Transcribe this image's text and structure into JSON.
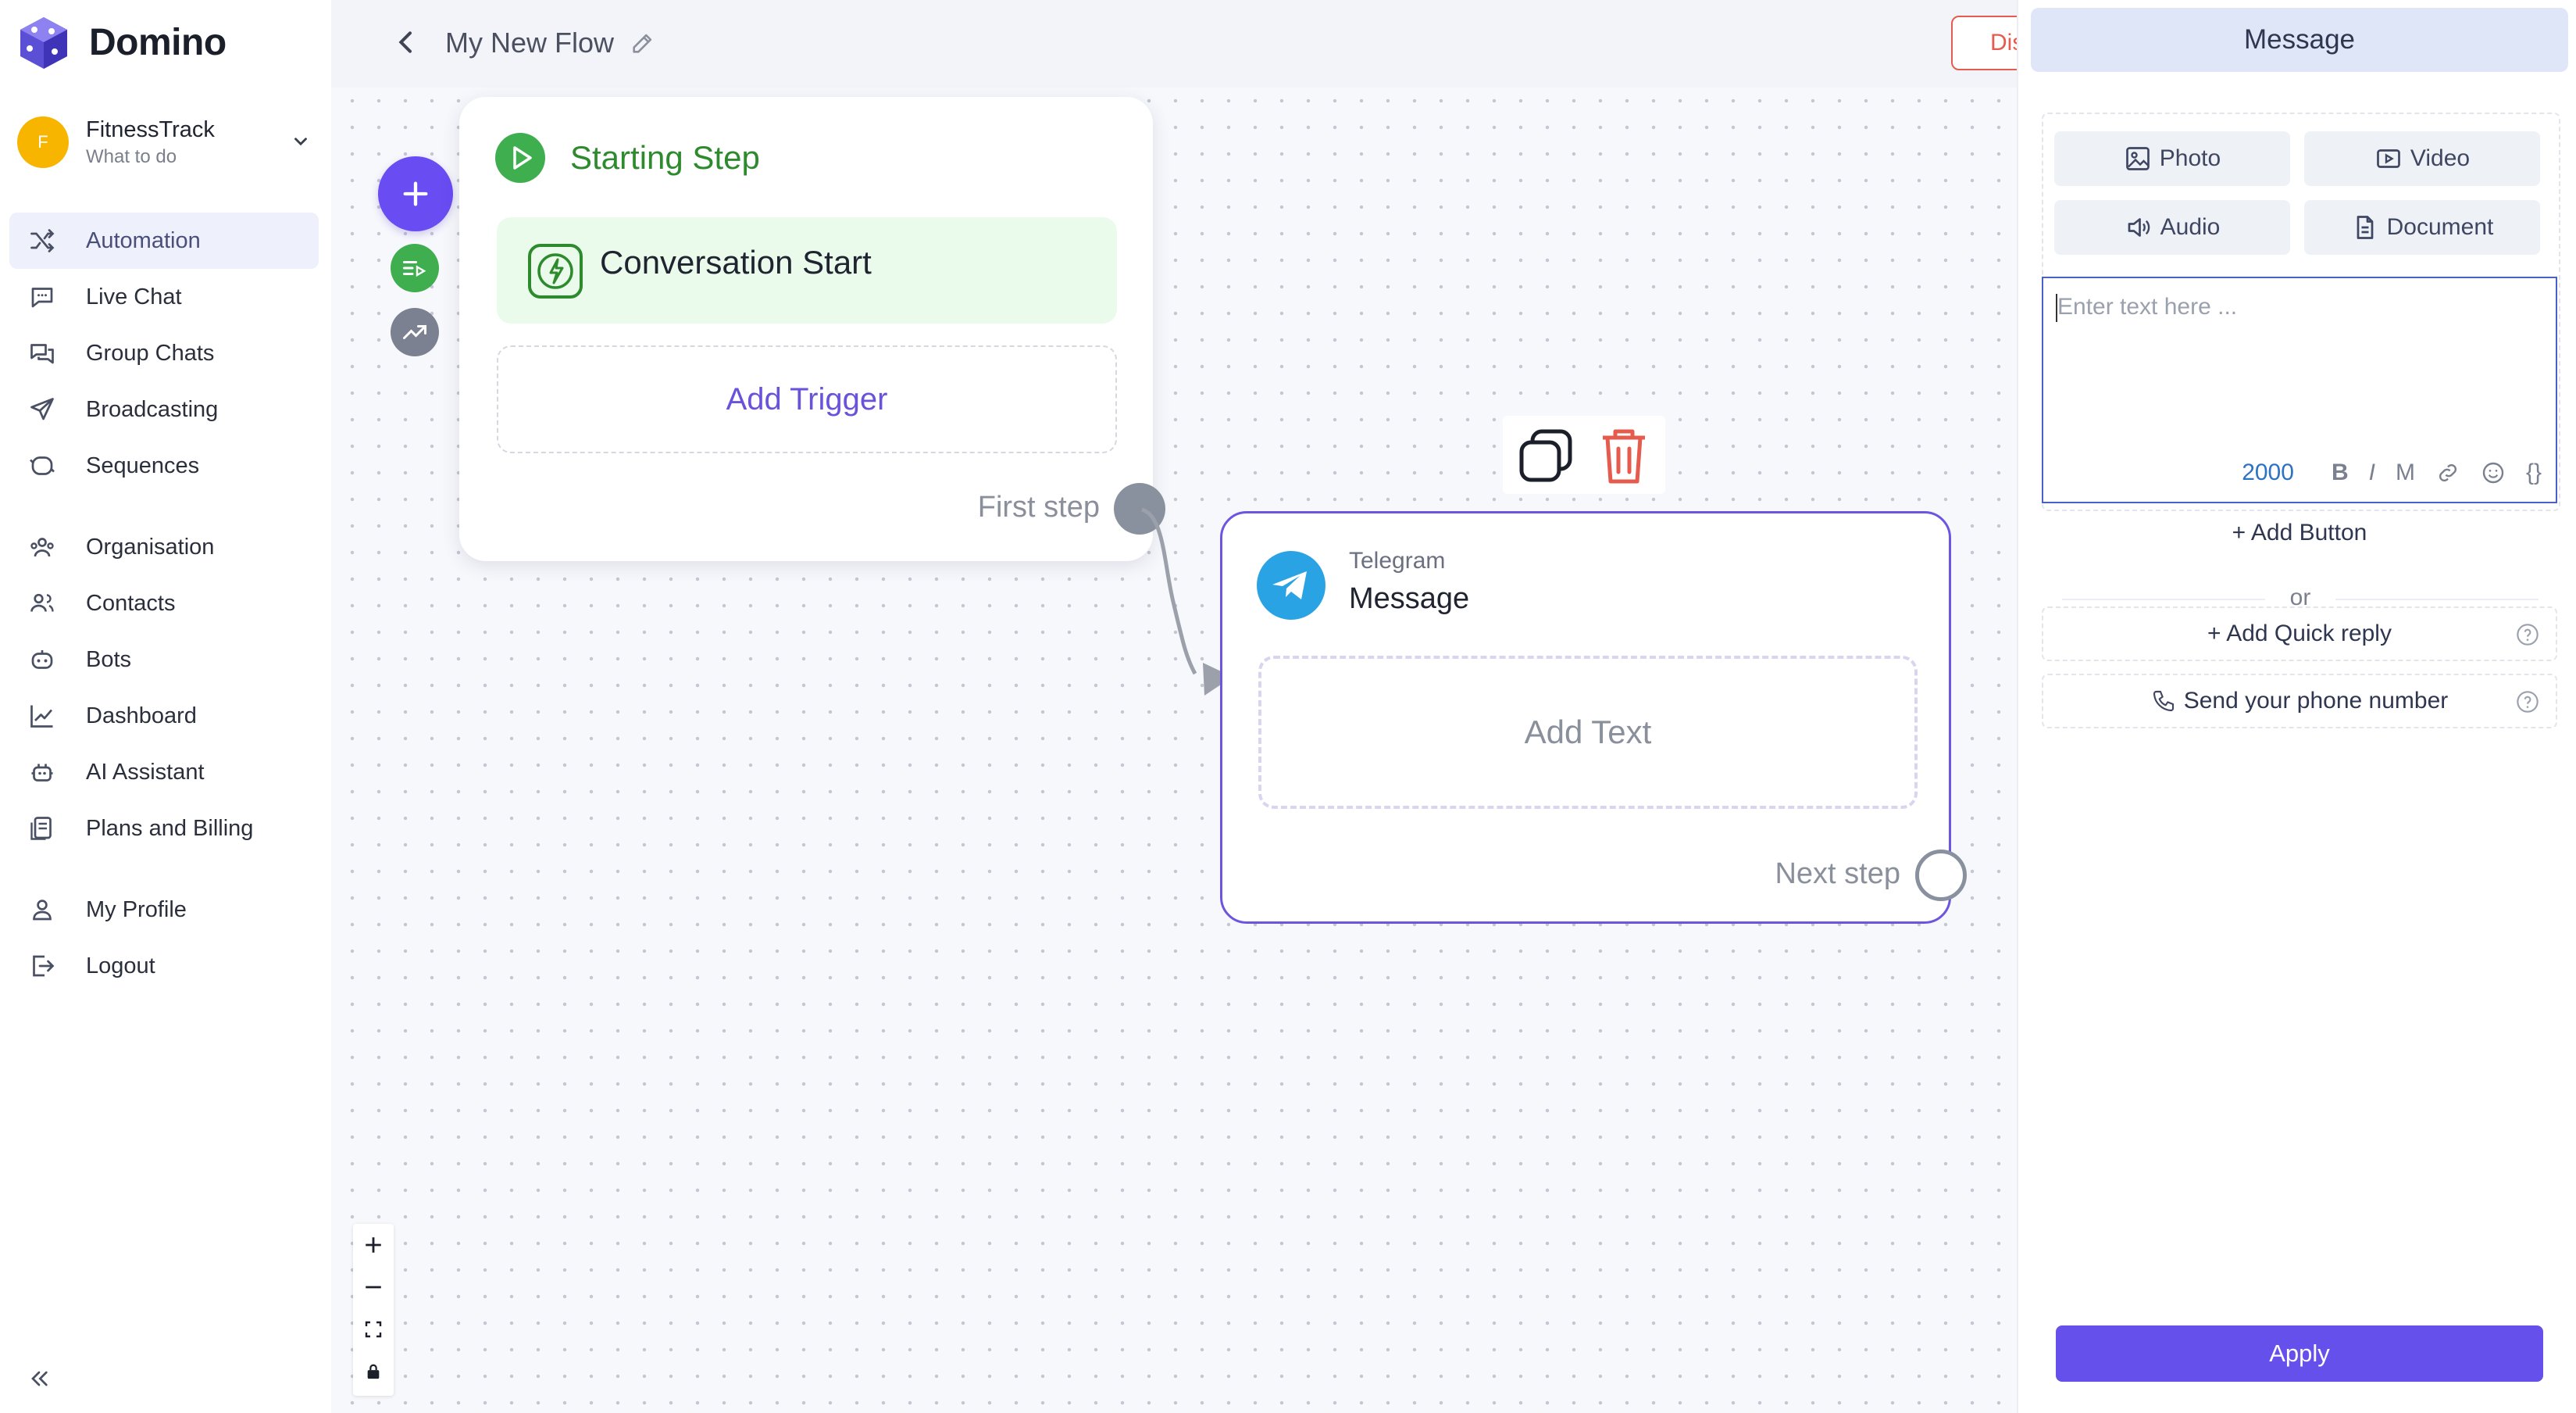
{
  "app": {
    "name": "Domino"
  },
  "org": {
    "avatar_letter": "F",
    "name": "FitnessTrack",
    "subtitle": "What to do"
  },
  "nav": {
    "items": [
      {
        "label": "Automation",
        "icon": "shuffle-icon",
        "active": true
      },
      {
        "label": "Live Chat",
        "icon": "chat-icon"
      },
      {
        "label": "Group Chats",
        "icon": "group-chat-icon"
      },
      {
        "label": "Broadcasting",
        "icon": "send-icon"
      },
      {
        "label": "Sequences",
        "icon": "sequence-icon"
      },
      {
        "label": "Organisation",
        "icon": "organisation-icon"
      },
      {
        "label": "Contacts",
        "icon": "contacts-icon"
      },
      {
        "label": "Bots",
        "icon": "bot-icon"
      },
      {
        "label": "Dashboard",
        "icon": "chart-icon"
      },
      {
        "label": "AI Assistant",
        "icon": "ai-icon"
      },
      {
        "label": "Plans and Billing",
        "icon": "billing-icon"
      },
      {
        "label": "My Profile",
        "icon": "user-icon"
      },
      {
        "label": "Logout",
        "icon": "logout-icon"
      }
    ]
  },
  "flow": {
    "title": "My New Flow",
    "discard_label": "Discard"
  },
  "start_card": {
    "title": "Starting Step",
    "trigger": "Conversation Start",
    "add_trigger": "Add Trigger",
    "first_step": "First step"
  },
  "message_card": {
    "platform": "Telegram",
    "type": "Message",
    "add_text": "Add Text",
    "next_step": "Next step"
  },
  "zoom": {
    "in": "+",
    "out": "−"
  },
  "panel": {
    "title": "Message",
    "media": {
      "photo": "Photo",
      "video": "Video",
      "audio": "Audio",
      "document": "Document"
    },
    "text_placeholder": "Enter text here ...",
    "char_limit": "2000",
    "format": {
      "bold": "B",
      "italic": "I",
      "mono": "M",
      "variables": "{}"
    },
    "add_button": "+ Add Button",
    "or": "or",
    "add_quick_reply": "+ Add Quick reply",
    "send_phone": "Send your phone number",
    "apply": "Apply"
  },
  "colors": {
    "accent": "#6650ec",
    "start_green": "#2d8a2d",
    "danger": "#e55b4d",
    "telegram": "#2aa3e4"
  }
}
